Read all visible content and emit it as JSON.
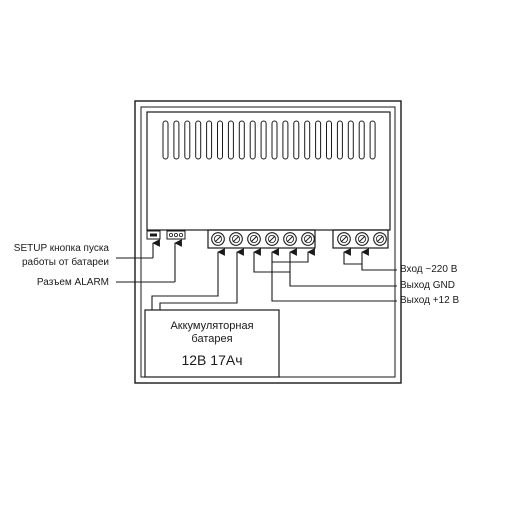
{
  "labels": {
    "setup_line1": "SETUP кнопка пуска",
    "setup_line2": "работы от батареи",
    "alarm": "Разъем ALARM",
    "input_220": "Вход ~220 В",
    "output_gnd": "Выход GND",
    "output_12v": "Выход +12 В"
  },
  "battery": {
    "name_line1": "Аккумуляторная",
    "name_line2": "батарея",
    "spec": "12В 17Ач"
  },
  "colors": {
    "line": "#1a1a1a",
    "background": "#ffffff"
  }
}
